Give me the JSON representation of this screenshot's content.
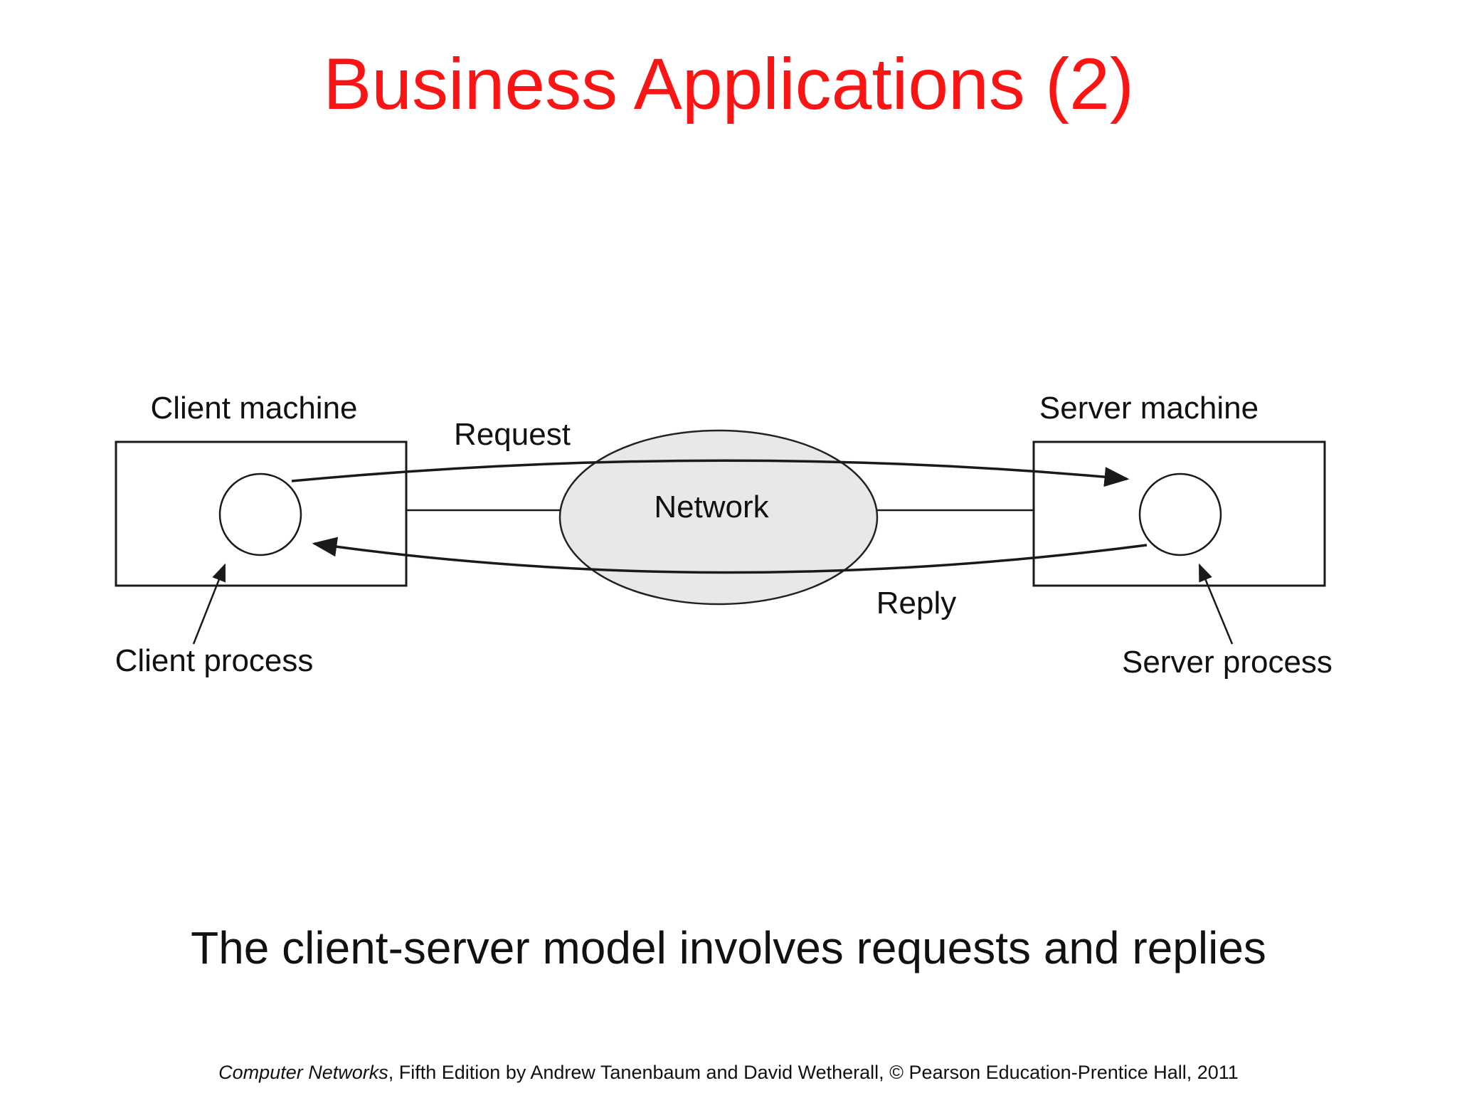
{
  "slide": {
    "title": "Business Applications (2)",
    "caption": "The client-server model involves requests and replies",
    "footer": {
      "book_title": "Computer Networks",
      "rest": ", Fifth Edition by Andrew Tanenbaum and David Wetherall, © Pearson Education-Prentice Hall, 2011"
    }
  },
  "diagram": {
    "labels": {
      "client_machine": "Client machine",
      "server_machine": "Server machine",
      "request": "Request",
      "reply": "Reply",
      "network": "Network",
      "client_process": "Client process",
      "server_process": "Server process"
    },
    "colors": {
      "title_red": "#fa1414",
      "network_fill": "#e8e8e8",
      "line_black": "#1a1a1a"
    }
  }
}
